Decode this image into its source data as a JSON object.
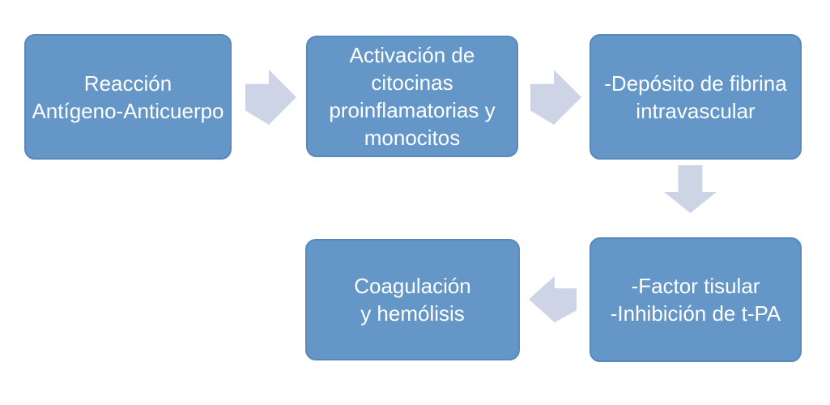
{
  "diagram": {
    "type": "flowchart",
    "nodes": [
      {
        "id": "reaccion-antigeno-anticuerpo",
        "label": "Reacción\nAntígeno-Anticuerpo"
      },
      {
        "id": "activacion-citocinas",
        "label": "Activación de\ncitocinas\nproinflamatorias y\nmonocitos"
      },
      {
        "id": "deposito-fibrina",
        "label": "-Depósito de fibrina\nintravascular"
      },
      {
        "id": "factor-tisular-inhibicion-tpa",
        "label": "-Factor tisular\n-Inhibición de t-PA"
      },
      {
        "id": "coagulacion-hemolisis",
        "label": "Coagulación\ny hemólisis"
      }
    ],
    "connectors": [
      {
        "from": "reaccion-antigeno-anticuerpo",
        "to": "activacion-citocinas",
        "direction": "right"
      },
      {
        "from": "activacion-citocinas",
        "to": "deposito-fibrina",
        "direction": "right"
      },
      {
        "from": "deposito-fibrina",
        "to": "factor-tisular-inhibicion-tpa",
        "direction": "down"
      },
      {
        "from": "factor-tisular-inhibicion-tpa",
        "to": "coagulacion-hemolisis",
        "direction": "left"
      }
    ],
    "colors": {
      "node_fill": "#6496c7",
      "node_border": "#5889bd",
      "node_text": "#ffffff",
      "arrow_fill": "#ccd4e5",
      "background": "#ffffff"
    }
  }
}
